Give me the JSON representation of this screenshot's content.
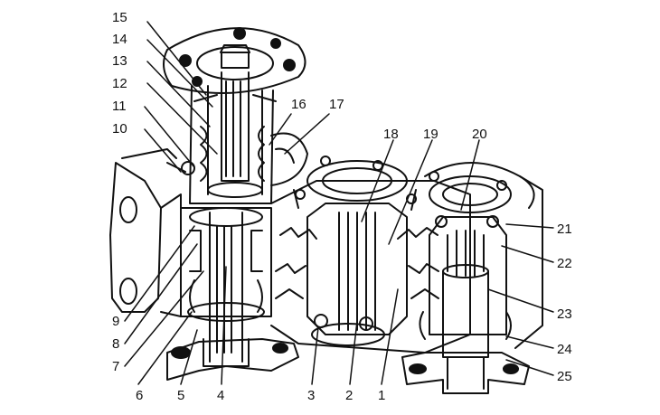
{
  "figure": {
    "callouts": [
      {
        "id": "c1",
        "label": "1"
      },
      {
        "id": "c2",
        "label": "2"
      },
      {
        "id": "c3",
        "label": "3"
      },
      {
        "id": "c4",
        "label": "4"
      },
      {
        "id": "c5",
        "label": "5"
      },
      {
        "id": "c6",
        "label": "6"
      },
      {
        "id": "c7",
        "label": "7"
      },
      {
        "id": "c8",
        "label": "8"
      },
      {
        "id": "c9",
        "label": "9"
      },
      {
        "id": "c10",
        "label": "10"
      },
      {
        "id": "c11",
        "label": "11"
      },
      {
        "id": "c12",
        "label": "12"
      },
      {
        "id": "c13",
        "label": "13"
      },
      {
        "id": "c14",
        "label": "14"
      },
      {
        "id": "c15",
        "label": "15"
      },
      {
        "id": "c16",
        "label": "16"
      },
      {
        "id": "c17",
        "label": "17"
      },
      {
        "id": "c18",
        "label": "18"
      },
      {
        "id": "c19",
        "label": "19"
      },
      {
        "id": "c20",
        "label": "20"
      },
      {
        "id": "c21",
        "label": "21"
      },
      {
        "id": "c22",
        "label": "22"
      },
      {
        "id": "c23",
        "label": "23"
      },
      {
        "id": "c24",
        "label": "24"
      },
      {
        "id": "c25",
        "label": "25"
      }
    ]
  }
}
